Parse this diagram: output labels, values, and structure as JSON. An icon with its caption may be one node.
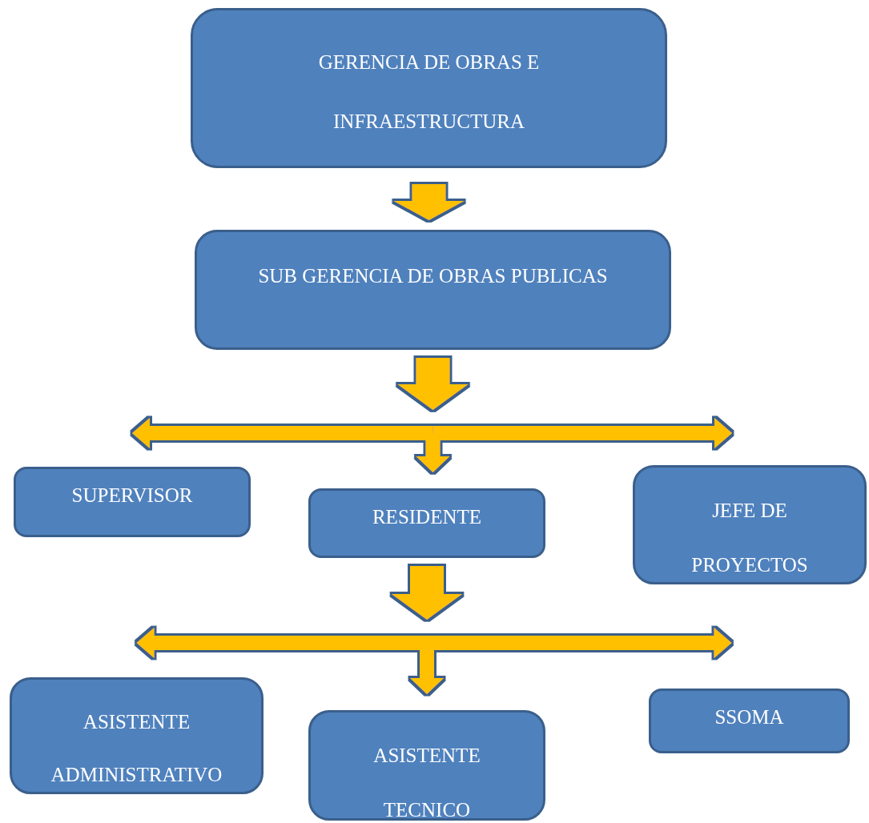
{
  "diagram": {
    "nodes": [
      {
        "text": [
          "GERENCIA DE OBRAS E INFRAESTRUCTURA"
        ]
      },
      {
        "text": [
          "SUB GERENCIA DE OBRAS PUBLICAS"
        ]
      },
      {
        "text": [
          "SUPERVISOR"
        ]
      },
      {
        "text": [
          "RESIDENTE"
        ]
      },
      {
        "text": [
          "JEFE DE PROYECTOS"
        ]
      },
      {
        "text": [
          "ASISTENTE ADMINISTRATIVO"
        ]
      },
      {
        "text": [
          "ASISTENTE TECNICO"
        ]
      },
      {
        "text": [
          "SSOMA"
        ]
      }
    ],
    "edges": [
      {
        "from": 0,
        "to": 1,
        "arrow": "to"
      },
      {
        "from": 1,
        "to": 2,
        "arrow": "to"
      },
      {
        "from": 1,
        "to": 3,
        "arrow": "to"
      },
      {
        "from": 1,
        "to": 4,
        "arrow": "to"
      },
      {
        "from": 3,
        "to": 5,
        "arrow": "to"
      },
      {
        "from": 3,
        "to": 6,
        "arrow": "to"
      },
      {
        "from": 3,
        "to": 7,
        "arrow": "to"
      }
    ]
  }
}
